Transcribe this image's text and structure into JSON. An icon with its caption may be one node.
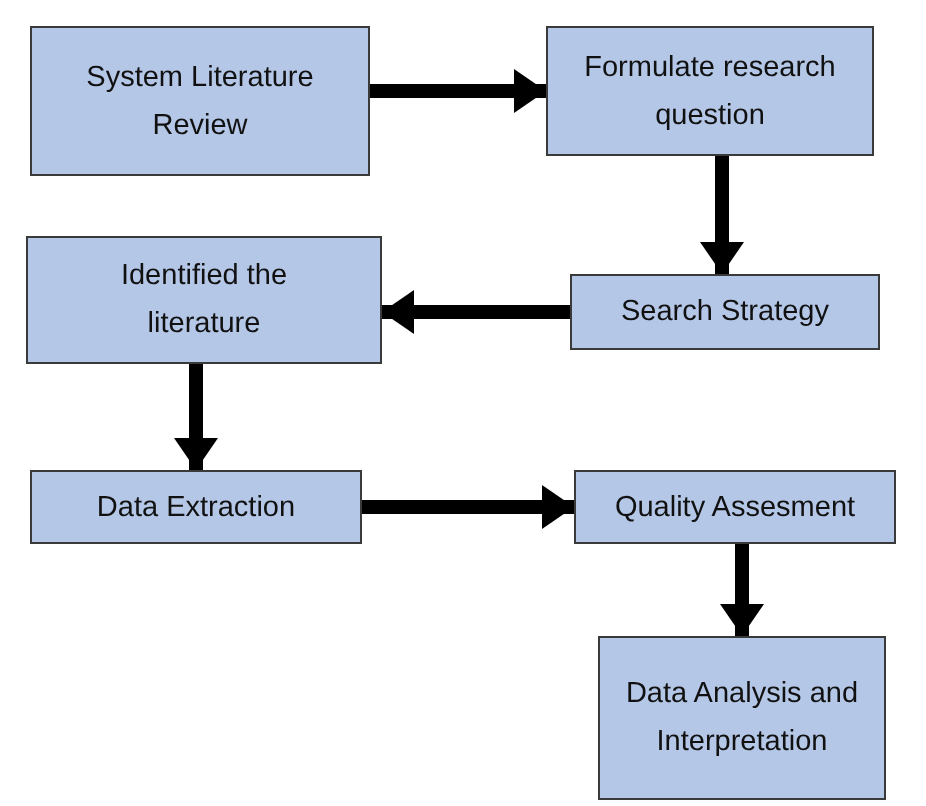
{
  "diagram": {
    "nodes": [
      {
        "text": [
          "System Literature Review"
        ]
      },
      {
        "text": [
          "Formulate research question"
        ]
      },
      {
        "text": [
          "Search Strategy"
        ]
      },
      {
        "text": [
          "Identified the literature"
        ]
      },
      {
        "text": [
          "Data Extraction"
        ]
      },
      {
        "text": [
          "Quality Assesment"
        ]
      },
      {
        "text": [
          "Data Analysis and Interpretation"
        ]
      }
    ],
    "edges": [
      {
        "from": 0,
        "to": 1,
        "arrow": "to"
      },
      {
        "from": 1,
        "to": 2,
        "arrow": "to"
      },
      {
        "from": 2,
        "to": 3,
        "arrow": "to"
      },
      {
        "from": 3,
        "to": 4,
        "arrow": "to"
      },
      {
        "from": 4,
        "to": 5,
        "arrow": "to"
      },
      {
        "from": 5,
        "to": 6,
        "arrow": "to"
      }
    ]
  }
}
